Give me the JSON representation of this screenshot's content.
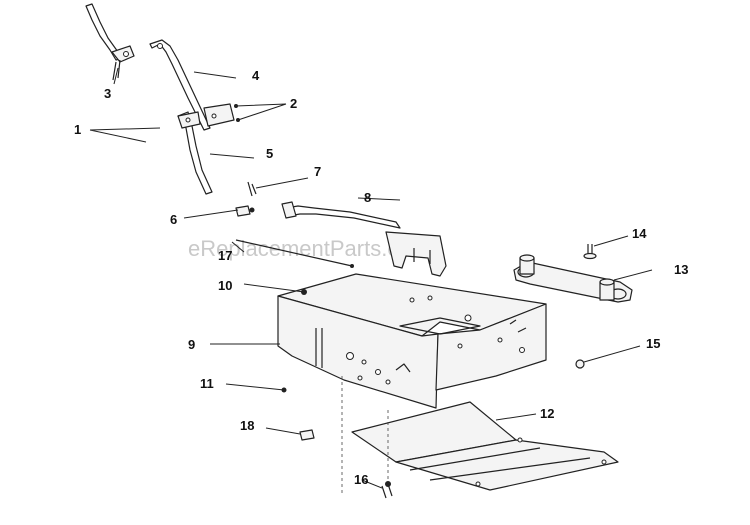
{
  "watermark": "eReplacementParts.com",
  "callouts": {
    "c1": "1",
    "c2": "2",
    "c3": "3",
    "c4": "4",
    "c5": "5",
    "c6": "6",
    "c7": "7",
    "c8": "8",
    "c9": "9",
    "c10": "10",
    "c11": "11",
    "c12": "12",
    "c13": "13",
    "c14": "14",
    "c15": "15",
    "c16": "16",
    "c17": "17",
    "c18": "18"
  }
}
